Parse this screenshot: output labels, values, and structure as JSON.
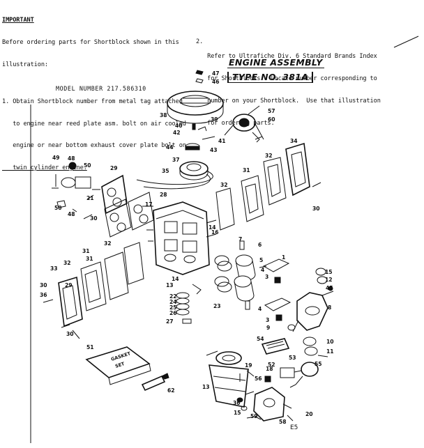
{
  "notes": {
    "important_heading": "IMPORTANT",
    "left_lines": [
      "Before ordering parts for Shortblock shown in this",
      "illustration:",
      "",
      "1. Obtain Shortblock number from metal tag attached",
      "   to engine near reed plate asm. bolt on air cooled",
      "   engine or near bottom exhaust cover plate bolt on",
      "   twin cylinder engine."
    ],
    "right_number": "2.",
    "right_lines": [
      "Refer to Ultrafiche Div. 6 Standard Brands Index",
      "for Shortblocks.  Locate number corresponding to",
      "number on your Shortblock.  Use that illustration",
      "for ordering parts."
    ]
  },
  "title": {
    "line1": "ENGINE ASSEMBLY",
    "line2": "TYPE NO. 381A"
  },
  "model_number": "MODEL NUMBER 217.586310",
  "gasket_box_label": [
    "GASKET",
    "SET"
  ],
  "page_code": "E5",
  "callouts": [
    "47",
    "46",
    "38",
    "39",
    "57",
    "60",
    "40",
    "42",
    "41",
    "43",
    "44",
    "37",
    "35",
    "34",
    "49",
    "48",
    "50",
    "29",
    "32",
    "31",
    "21",
    "50",
    "48",
    "30",
    "28",
    "30",
    "17",
    "32",
    "14",
    "16",
    "7",
    "6",
    "5",
    "1",
    "31",
    "32",
    "33",
    "32",
    "31",
    "30",
    "36",
    "29",
    "13",
    "14",
    "22",
    "24",
    "25",
    "26",
    "27",
    "23",
    "4",
    "3",
    "15",
    "12",
    "45",
    "8",
    "4",
    "3",
    "9",
    "10",
    "11",
    "30",
    "51",
    "54",
    "53",
    "55",
    "18",
    "52",
    "19",
    "62",
    "13",
    "56",
    "36",
    "15",
    "59",
    "58",
    "20"
  ]
}
